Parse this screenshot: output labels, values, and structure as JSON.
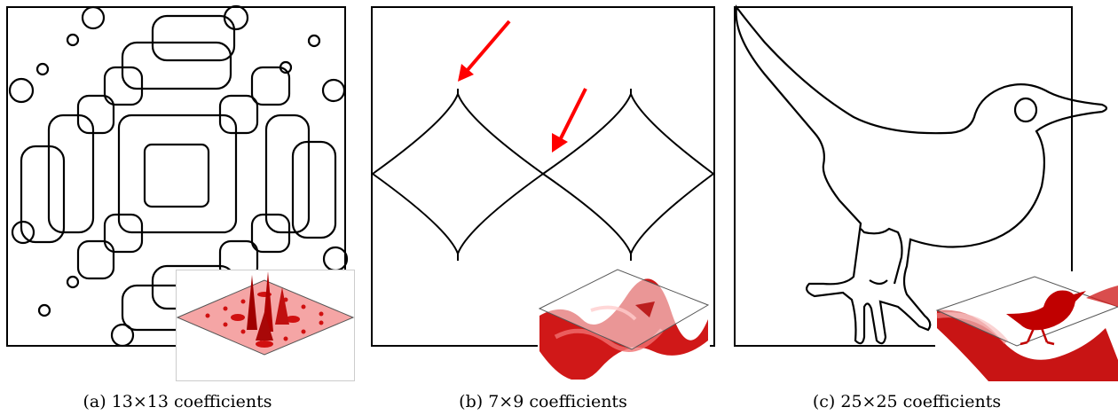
{
  "figure": {
    "panels": [
      {
        "label": "(a) 13×13 coefficients"
      },
      {
        "label": "(b) 7×9 coefficients"
      },
      {
        "label": "(c) 25×25 coefficients"
      }
    ]
  },
  "colors": {
    "curve": "#000000",
    "surface_dark": "#c00000",
    "surface_light": "#f07070",
    "arrow": "#ff0000"
  }
}
